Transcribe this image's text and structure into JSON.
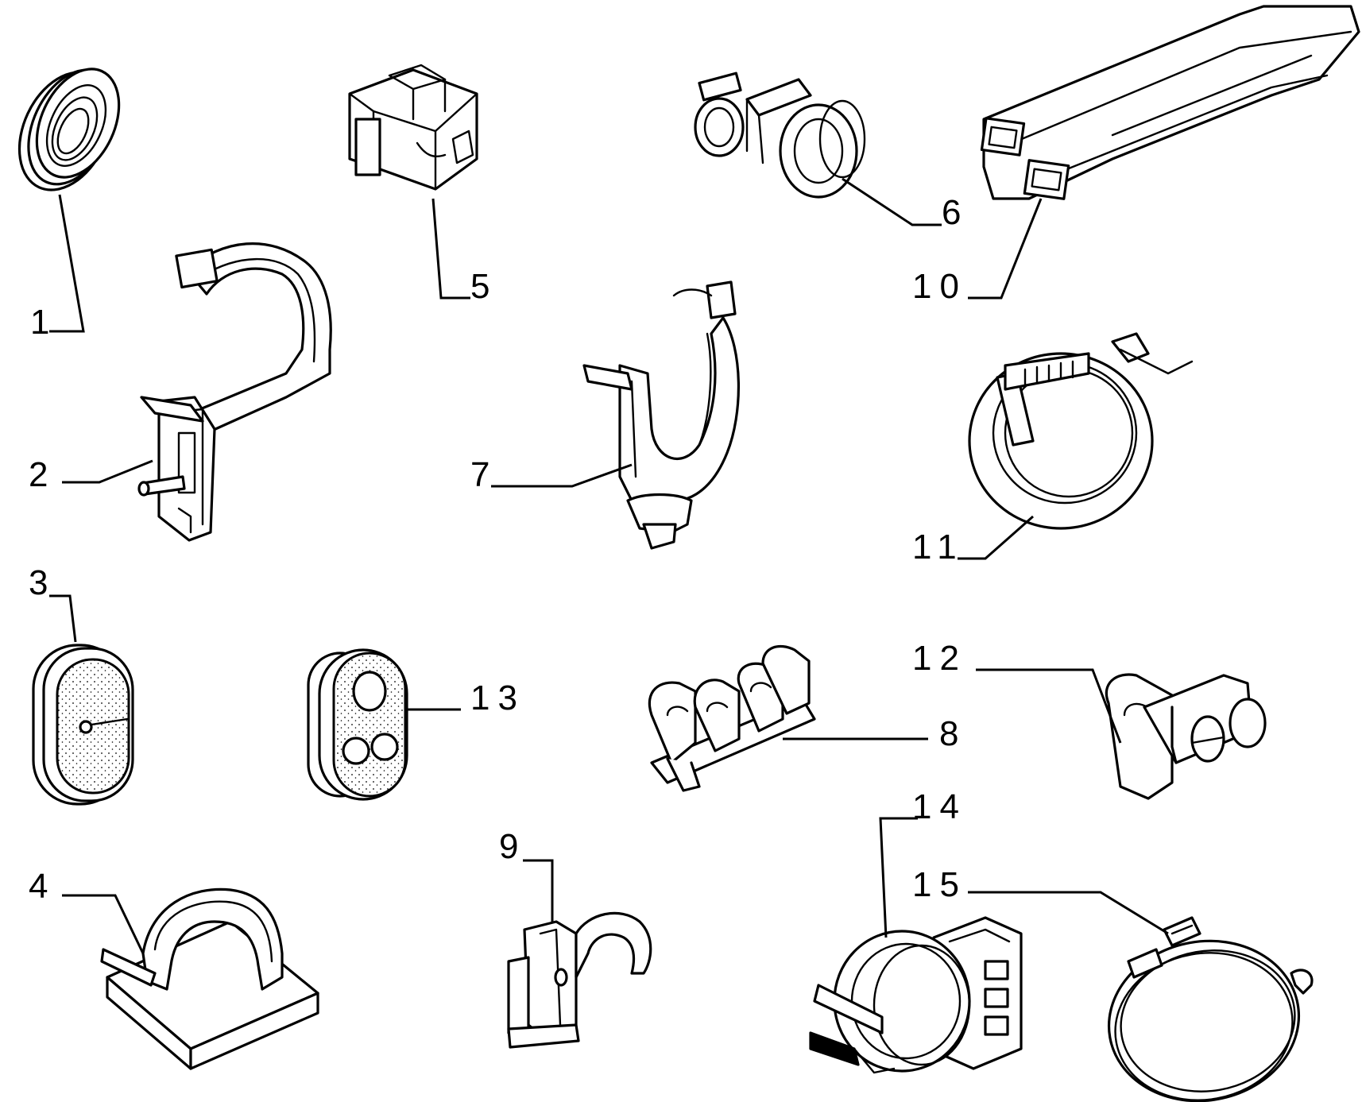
{
  "diagram": {
    "background": "#ffffff",
    "ink": "#000000",
    "callouts": [
      {
        "id": "1",
        "text": "1"
      },
      {
        "id": "2",
        "text": "2"
      },
      {
        "id": "3",
        "text": "3"
      },
      {
        "id": "4",
        "text": "4"
      },
      {
        "id": "5",
        "text": "5"
      },
      {
        "id": "6",
        "text": "6"
      },
      {
        "id": "7",
        "text": "7"
      },
      {
        "id": "8",
        "text": "8"
      },
      {
        "id": "9",
        "text": "9"
      },
      {
        "id": "10",
        "text": "10"
      },
      {
        "id": "11",
        "text": "11"
      },
      {
        "id": "12",
        "text": "12"
      },
      {
        "id": "13",
        "text": "13"
      },
      {
        "id": "14",
        "text": "14"
      },
      {
        "id": "15",
        "text": "15"
      }
    ],
    "parts": [
      {
        "callout": "1",
        "icon": "grommet-icon"
      },
      {
        "callout": "2",
        "icon": "bracket-clip-icon"
      },
      {
        "callout": "3",
        "icon": "oval-grommet-icon"
      },
      {
        "callout": "4",
        "icon": "adhesive-cable-mount-icon"
      },
      {
        "callout": "5",
        "icon": "retaining-clip-icon"
      },
      {
        "callout": "6",
        "icon": "double-hose-clip-icon"
      },
      {
        "callout": "7",
        "icon": "push-in-clip-icon"
      },
      {
        "callout": "8",
        "icon": "triple-pipe-clip-icon"
      },
      {
        "callout": "9",
        "icon": "pipe-clip-icon"
      },
      {
        "callout": "10",
        "icon": "cable-sheath-icon"
      },
      {
        "callout": "11",
        "icon": "cable-tie-clamp-icon"
      },
      {
        "callout": "12",
        "icon": "pipe-holder-icon"
      },
      {
        "callout": "13",
        "icon": "three-hole-grommet-icon"
      },
      {
        "callout": "14",
        "icon": "hose-clamp-bracket-icon"
      },
      {
        "callout": "15",
        "icon": "band-clamp-icon"
      }
    ]
  }
}
